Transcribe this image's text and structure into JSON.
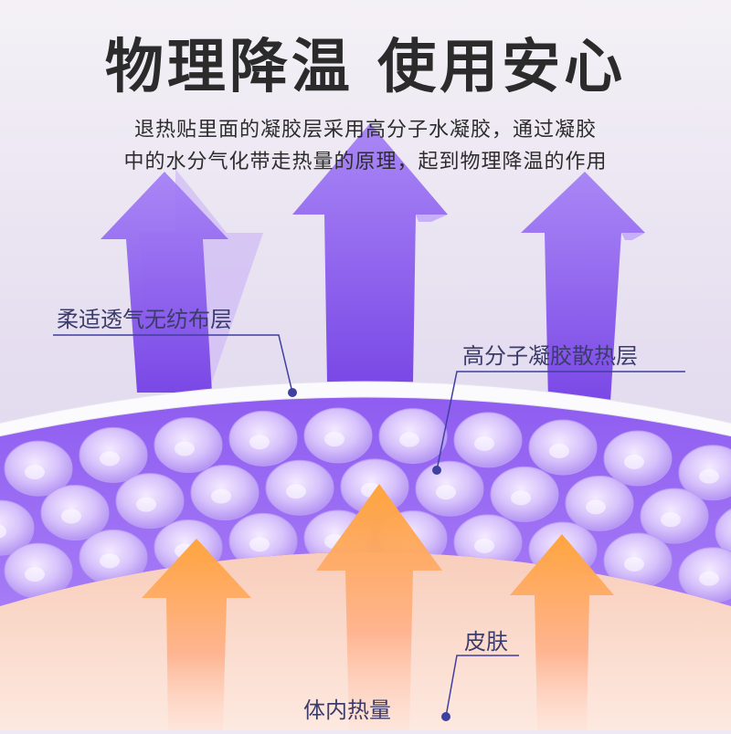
{
  "headline": "物理降温 使用安心",
  "description": {
    "line1": "退热贴里面的凝胶层采用高分子水凝胶，通过凝胶",
    "line2": "中的水分气化带走热量的原理，起到物理降温的作用"
  },
  "labels": {
    "nonwoven_layer": "柔适透气无纺布层",
    "gel_layer": "高分子凝胶散热层",
    "skin": "皮肤",
    "body_heat": "体内热量"
  },
  "colors": {
    "headline": "#2b2b2b",
    "purple_arrow": "#8a5cf0",
    "gel_purple": "#9b6cf2",
    "orange_arrow": "#ff9a3c",
    "skin": "#f7cdb8",
    "marker": "#3f3fa0"
  }
}
